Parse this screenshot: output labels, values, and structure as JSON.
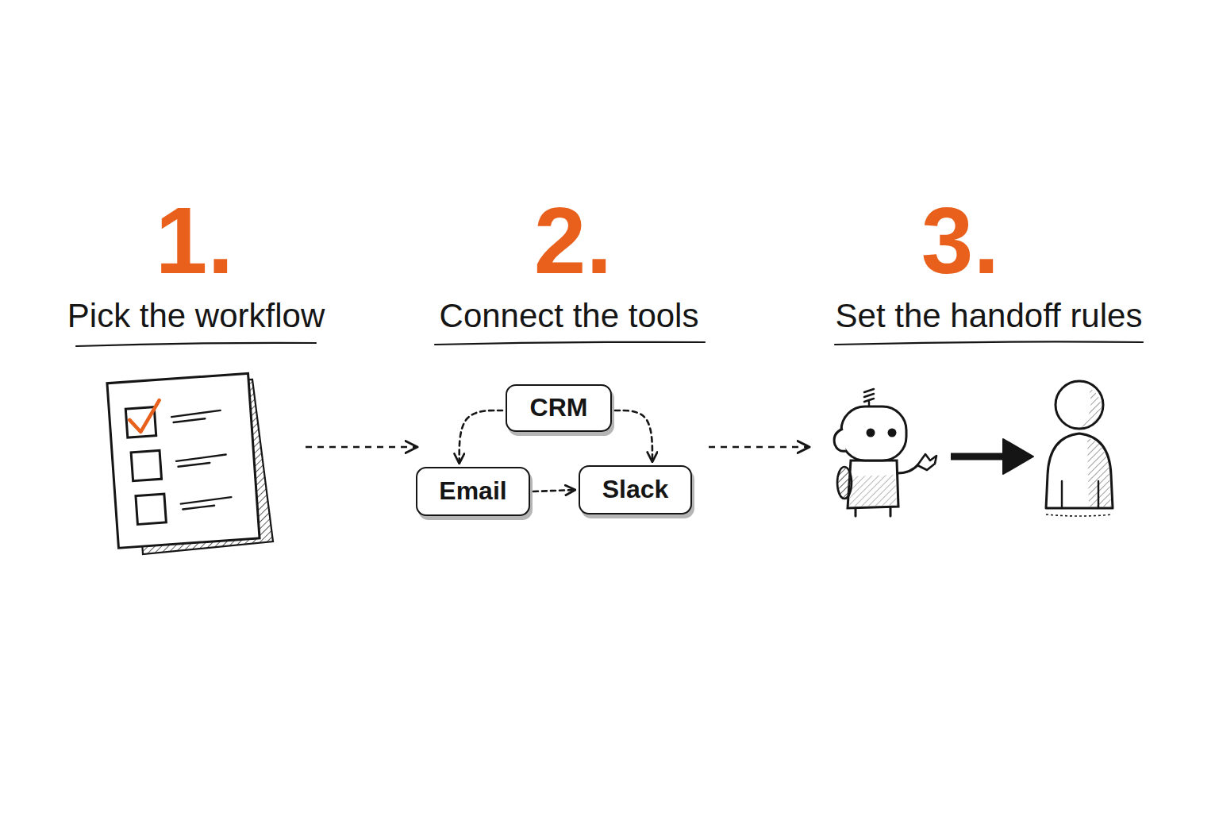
{
  "diagram": {
    "nodes": [
      {
        "text": [
          "CRM"
        ]
      },
      {
        "text": [
          "Email"
        ]
      },
      {
        "text": [
          "Slack"
        ]
      }
    ],
    "edges": [
      {
        "from": 0,
        "to": 1,
        "arrow": "to"
      },
      {
        "from": 0,
        "to": 2,
        "arrow": "to"
      },
      {
        "from": 1,
        "to": 2,
        "arrow": "to"
      }
    ],
    "labels": [
      "1.",
      "Pick the workflow",
      "2.",
      "Connect the tools",
      "3.",
      "Set the handoff rules"
    ]
  }
}
